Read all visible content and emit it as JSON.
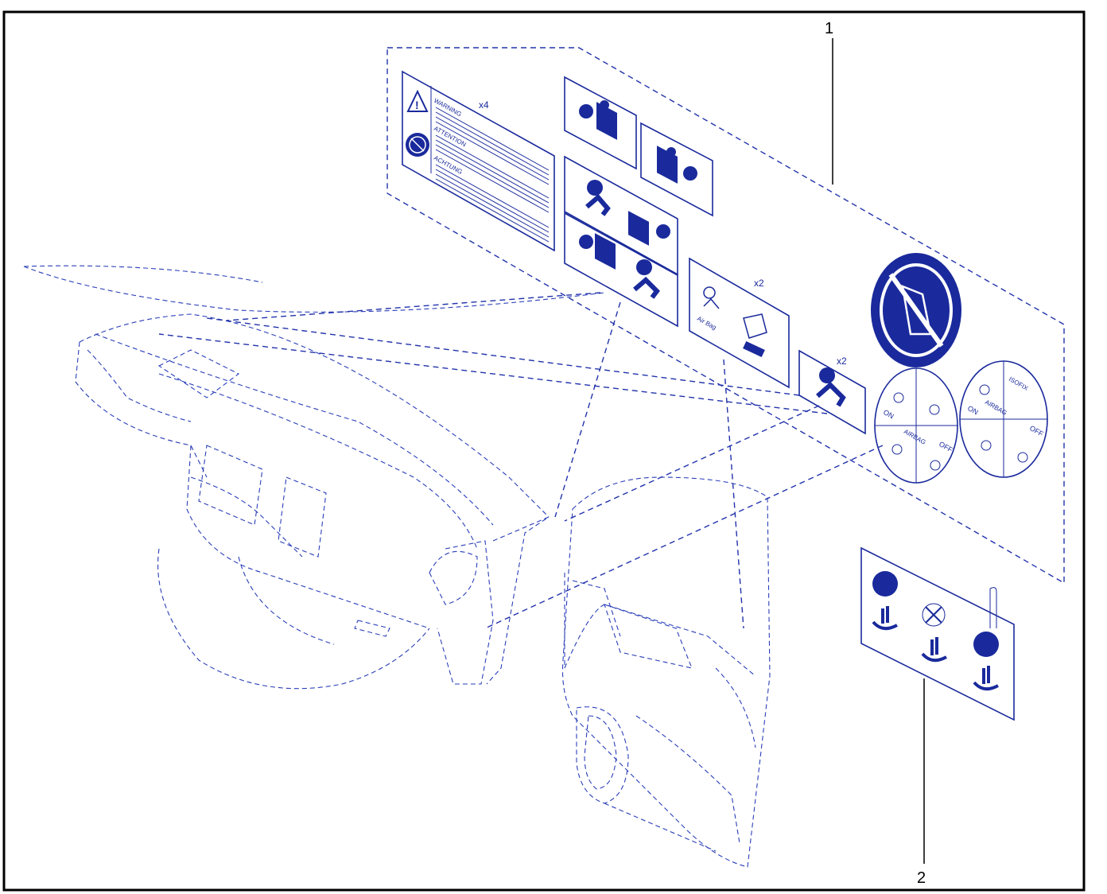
{
  "callouts": {
    "part_1": "1",
    "part_2": "2"
  },
  "labels_sheet": {
    "warning_label_qty": "x4",
    "warning_lines": [
      "WARNING",
      "ATTENTION",
      "ACHTUNG"
    ],
    "airbag_label_qty": "x2",
    "airbag_label_text": "Air Bag",
    "small_airbag_qty": "x2",
    "disk_texts": {
      "left": {
        "on": "ON",
        "airbag": "AIRBAG",
        "off": "OFF"
      },
      "right": {
        "on": "ON",
        "airbag": "AIRBAG",
        "off": "OFF",
        "isofix": "ISOFIX"
      }
    }
  },
  "colors": {
    "line": "#1a2a9c",
    "frame": "#000000",
    "background": "#ffffff"
  }
}
